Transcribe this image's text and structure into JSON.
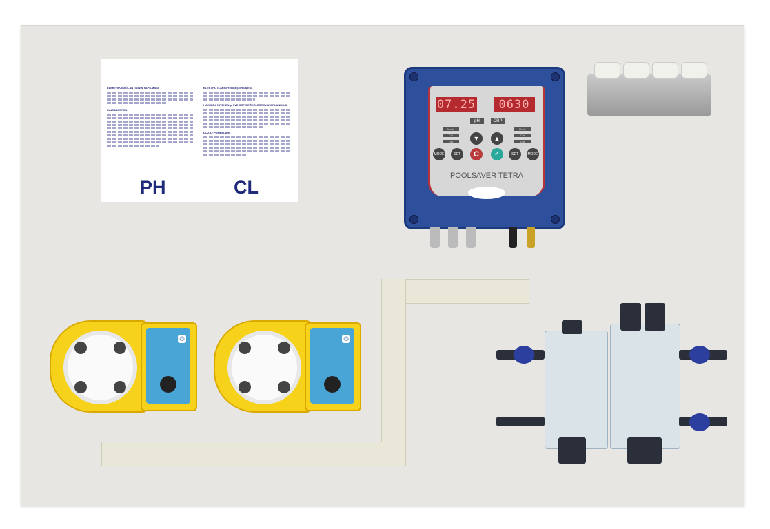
{
  "label": {
    "left_headings": [
      "ELEKTRİK BAĞLANTISININ YAPILMASI",
      "KALİBRASYON"
    ],
    "right_headings": [
      "ELEKTROTLARIN YERLEŞTİRİLMESİ",
      "HAVUZDA İSTENEN pH VE ORP DEĞERLERİNİN AYARLANMASI",
      "DOZAJ POMPALARI"
    ],
    "ph_title": "PH",
    "cl_title": "CL"
  },
  "controller": {
    "ph_display": "07.25",
    "orp_display": "0630",
    "ph_tag": "pH",
    "orp_tag": "ORP",
    "left_indicators": [
      "Mode",
      "Cal",
      "Out"
    ],
    "right_indicators": [
      "Mode",
      "Cal",
      "Out"
    ],
    "mode_label": "MODE",
    "set_label": "SET",
    "brand": "POOLSAVER TETRA"
  }
}
